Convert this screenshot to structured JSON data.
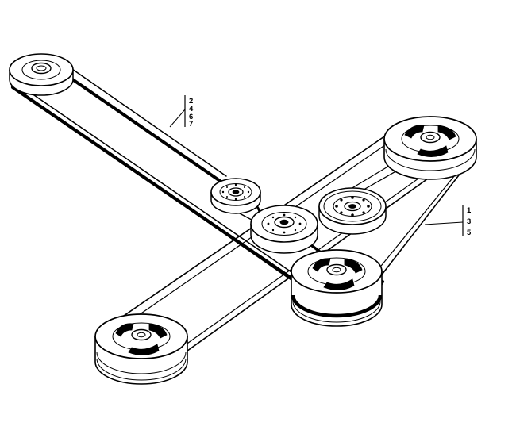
{
  "colors": {
    "ink": "#000000",
    "paper": "#ffffff",
    "shade": "#1a1a1a"
  },
  "callouts": {
    "upper": {
      "lines": [
        "2",
        "4",
        "6",
        "7"
      ]
    },
    "lower": {
      "lines": [
        "1",
        "3",
        "5"
      ]
    }
  },
  "parts": {
    "pulleys": [
      "drive-pulley-top-left",
      "idler-pulley-small",
      "idler-pulley-center",
      "idler-pulley-flat",
      "deck-pulley-right",
      "deck-pulley-center",
      "deck-pulley-left"
    ],
    "belts": [
      "upper-belt",
      "lower-belt"
    ]
  }
}
